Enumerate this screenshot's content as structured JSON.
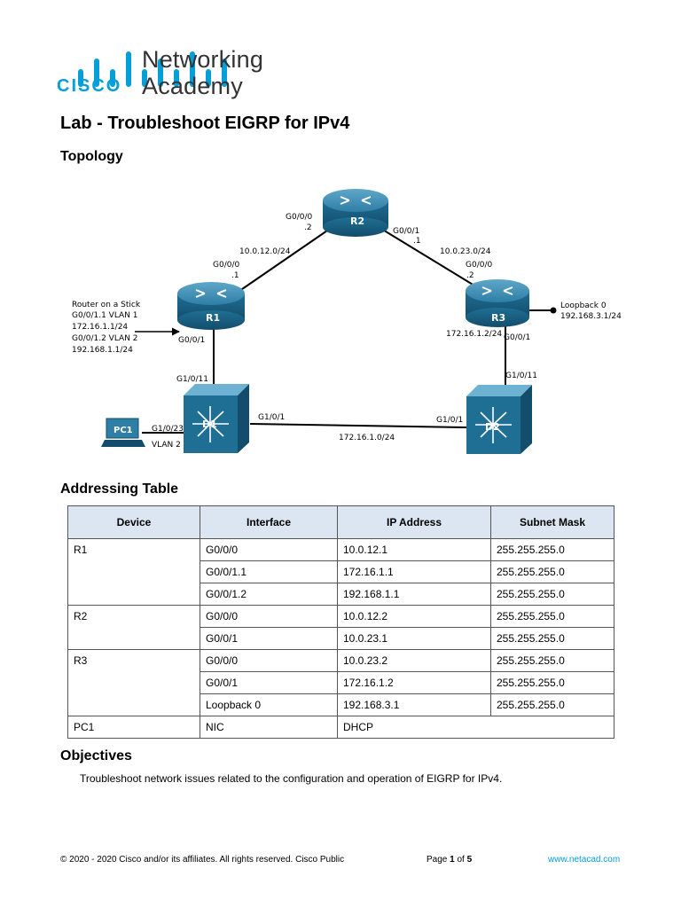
{
  "header": {
    "logo_line1": "Networking",
    "logo_line2": "Academy",
    "logo_brand": "CISCO"
  },
  "document": {
    "title": "Lab - Troubleshoot EIGRP for IPv4",
    "section_topology": "Topology",
    "section_addressing": "Addressing Table",
    "section_objectives": "Objectives",
    "objective_text": "Troubleshoot network issues related to the configuration and operation of EIGRP for IPv4."
  },
  "topology": {
    "devices": {
      "r1": "R1",
      "r2": "R2",
      "r3": "R3",
      "d1": "D1",
      "d2": "D2",
      "pc1": "PC1"
    },
    "labels": {
      "r2_g000": "G0/0/0",
      "r2_g000_ip": ".2",
      "r2_g001": "G0/0/1",
      "r2_g001_ip": ".1",
      "net_r1_r2": "10.0.12.0/24",
      "net_r2_r3": "10.0.23.0/24",
      "r1_g000": "G0/0/0",
      "r1_g000_ip": ".1",
      "r3_g000": "G0/0/0",
      "r3_g000_ip": ".2",
      "ros_1": "Router on a Stick",
      "ros_2": "G0/0/1.1 VLAN 1",
      "ros_3": "172.16.1.1/24",
      "ros_4": "G0/0/1.2 VLAN 2",
      "ros_5": "192.168.1.1/24",
      "r1_g001": "G0/0/1",
      "r3_ip": "172.16.1.2/24",
      "r3_g001": "G0/0/1",
      "loopback": "Loopback 0",
      "loopback_ip": "192.168.3.1/24",
      "d1_g1011": "G1/0/11",
      "d2_g1011": "G1/0/11",
      "d1_g101": "G1/0/1",
      "d2_g101": "G1/0/1",
      "net_d1_d2": "172.16.1.0/24",
      "d1_g1023": "G1/0/23",
      "vlan2": "VLAN 2"
    }
  },
  "addressing_table": {
    "headers": [
      "Device",
      "Interface",
      "IP Address",
      "Subnet Mask"
    ],
    "rows": [
      {
        "device": "R1",
        "interface": "G0/0/0",
        "ip": "10.0.12.1",
        "mask": "255.255.255.0"
      },
      {
        "device": "",
        "interface": "G0/0/1.1",
        "ip": "172.16.1.1",
        "mask": "255.255.255.0"
      },
      {
        "device": "",
        "interface": "G0/0/1.2",
        "ip": "192.168.1.1",
        "mask": "255.255.255.0"
      },
      {
        "device": "R2",
        "interface": "G0/0/0",
        "ip": "10.0.12.2",
        "mask": "255.255.255.0"
      },
      {
        "device": "",
        "interface": "G0/0/1",
        "ip": "10.0.23.1",
        "mask": "255.255.255.0"
      },
      {
        "device": "R3",
        "interface": "G0/0/0",
        "ip": "10.0.23.2",
        "mask": "255.255.255.0"
      },
      {
        "device": "",
        "interface": "G0/0/1",
        "ip": "172.16.1.2",
        "mask": "255.255.255.0"
      },
      {
        "device": "",
        "interface": "Loopback 0",
        "ip": "192.168.3.1",
        "mask": "255.255.255.0"
      },
      {
        "device": "PC1",
        "interface": "NIC",
        "ip": "DHCP",
        "mask": ""
      }
    ]
  },
  "footer": {
    "copyright": "© 2020 - 2020 Cisco and/or its affiliates. All rights reserved. Cisco Public",
    "page_prefix": "Page ",
    "page_current": "1",
    "page_of": " of ",
    "page_total": "5",
    "website": "www.netacad.com"
  },
  "colors": {
    "brand_blue": "#049fd9",
    "device_blue": "#1f6f95",
    "table_header": "#dce6f2"
  }
}
